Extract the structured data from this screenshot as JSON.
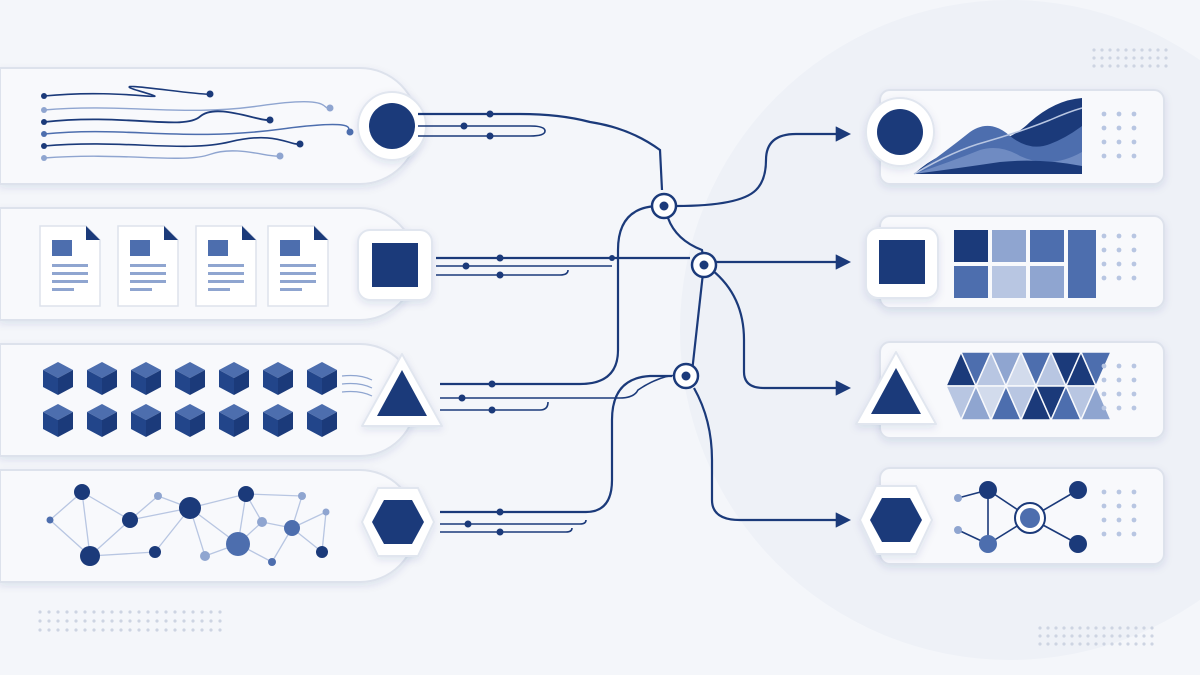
{
  "diagram": {
    "inputs": [
      {
        "id": "streams",
        "shape": "circle",
        "content": "flowing-lines"
      },
      {
        "id": "documents",
        "shape": "square",
        "content": "document-cards",
        "count": 4
      },
      {
        "id": "cubes",
        "shape": "triangle",
        "content": "cube-grid",
        "count": 14
      },
      {
        "id": "network",
        "shape": "hexagon",
        "content": "node-graph"
      }
    ],
    "junctions": 3,
    "outputs": [
      {
        "id": "area-chart",
        "shape": "circle",
        "content": "layered-area"
      },
      {
        "id": "tile-grid",
        "shape": "square",
        "content": "tiles"
      },
      {
        "id": "triangle-mosaic",
        "shape": "triangle",
        "content": "triangles"
      },
      {
        "id": "hub-graph",
        "shape": "hexagon",
        "content": "hub-and-spoke"
      }
    ]
  },
  "colors": {
    "background": "#f4f6fa",
    "panel": "#f8f9fc",
    "panel_border": "#dde2ec",
    "navy": "#1b3a7a",
    "mid_blue": "#4d6eae",
    "light_blue": "#8fa5d0",
    "pale_blue": "#b8c6e2",
    "dots": "#cdd4e2"
  }
}
